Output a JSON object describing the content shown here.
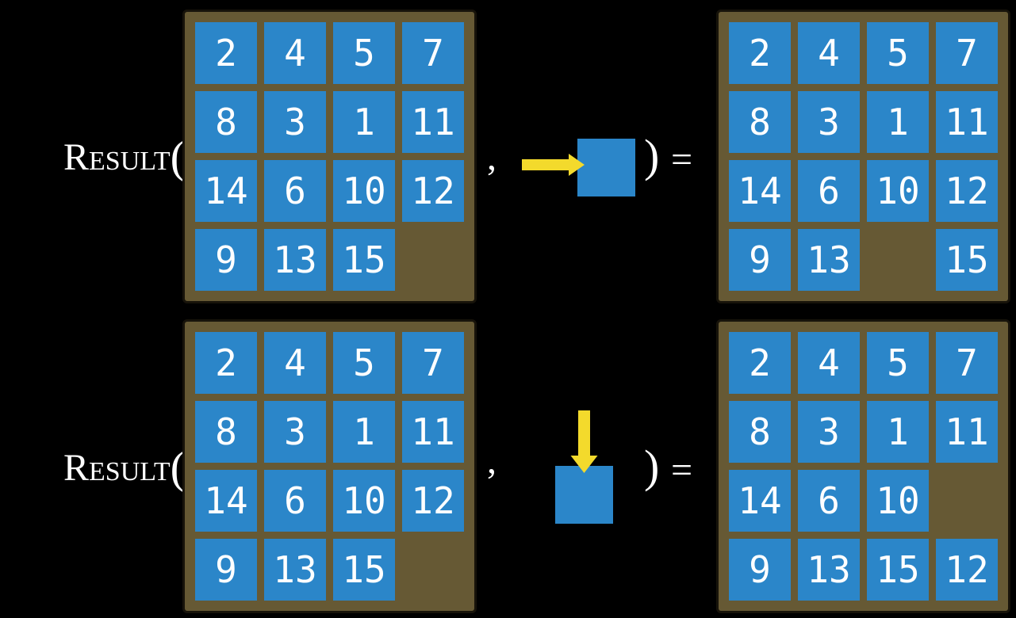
{
  "colors": {
    "background": "#000000",
    "board": "#665934",
    "board_border": "#17130a",
    "tile": "#2b86c9",
    "tile_text": "#ffffff",
    "arrow": "#f3da2c",
    "text": "#ffffff"
  },
  "rows": [
    {
      "function_name": "Result",
      "open_paren": "(",
      "separator": ",",
      "close_paren": ")",
      "equals": "=",
      "action": {
        "icon": "arrow-right-icon",
        "direction": "right",
        "meaning": "slide tile right into blank"
      },
      "input_grid": [
        [
          2,
          4,
          5,
          7
        ],
        [
          8,
          3,
          1,
          11
        ],
        [
          14,
          6,
          10,
          12
        ],
        [
          9,
          13,
          15,
          null
        ]
      ],
      "output_grid": [
        [
          2,
          4,
          5,
          7
        ],
        [
          8,
          3,
          1,
          11
        ],
        [
          14,
          6,
          10,
          12
        ],
        [
          9,
          13,
          null,
          15
        ]
      ]
    },
    {
      "function_name": "Result",
      "open_paren": "(",
      "separator": ",",
      "close_paren": ")",
      "equals": "=",
      "action": {
        "icon": "arrow-down-icon",
        "direction": "down",
        "meaning": "slide tile down into blank"
      },
      "input_grid": [
        [
          2,
          4,
          5,
          7
        ],
        [
          8,
          3,
          1,
          11
        ],
        [
          14,
          6,
          10,
          12
        ],
        [
          9,
          13,
          15,
          null
        ]
      ],
      "output_grid": [
        [
          2,
          4,
          5,
          7
        ],
        [
          8,
          3,
          1,
          11
        ],
        [
          14,
          6,
          10,
          null
        ],
        [
          9,
          13,
          15,
          12
        ]
      ]
    }
  ]
}
